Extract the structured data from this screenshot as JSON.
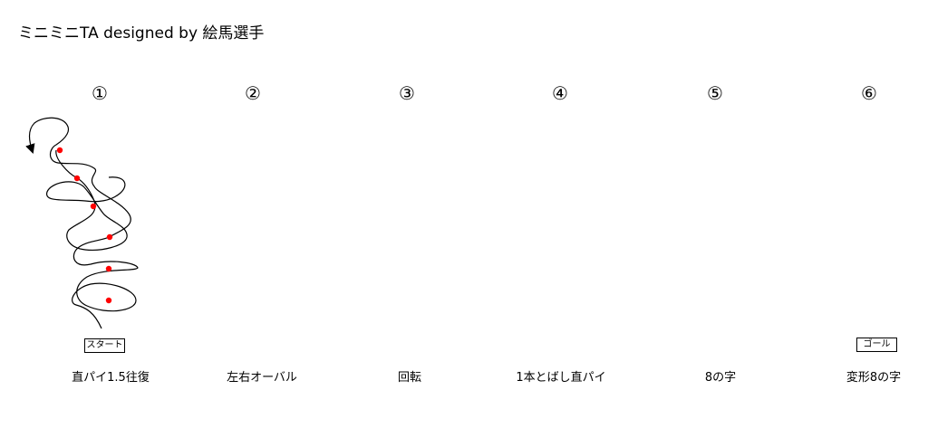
{
  "title": "ミニミニTA designed by 絵馬選手",
  "courses": [
    {
      "number": "①",
      "caption": "直パイ1.5往復"
    },
    {
      "number": "②",
      "caption": "左右オーバル"
    },
    {
      "number": "③",
      "caption": "回転"
    },
    {
      "number": "④",
      "caption": "1本とばし直パイ"
    },
    {
      "number": "⑤",
      "caption": "8の字"
    },
    {
      "number": "⑥",
      "caption": "変形8の字"
    }
  ],
  "labels": {
    "start": "スタート",
    "goal": "ゴール"
  },
  "colors": {
    "cone": "#ff0000",
    "line": "#000000"
  }
}
